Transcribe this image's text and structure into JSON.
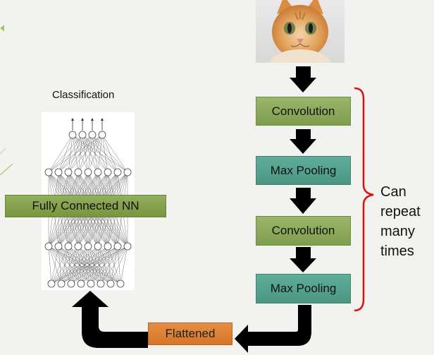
{
  "title": "Classification",
  "fc_label": "Fully Connected NN",
  "steps": [
    "Convolution",
    "Max Pooling",
    "Convolution",
    "Max Pooling"
  ],
  "flattened": "Flattened",
  "repeat_note": [
    "Can",
    "repeat",
    "many",
    "times"
  ],
  "colors": {
    "conv": "#8aa85a",
    "pool": "#52a08c",
    "flattened": "#df7f33",
    "brace": "#e01010",
    "arrow": "#000000"
  }
}
